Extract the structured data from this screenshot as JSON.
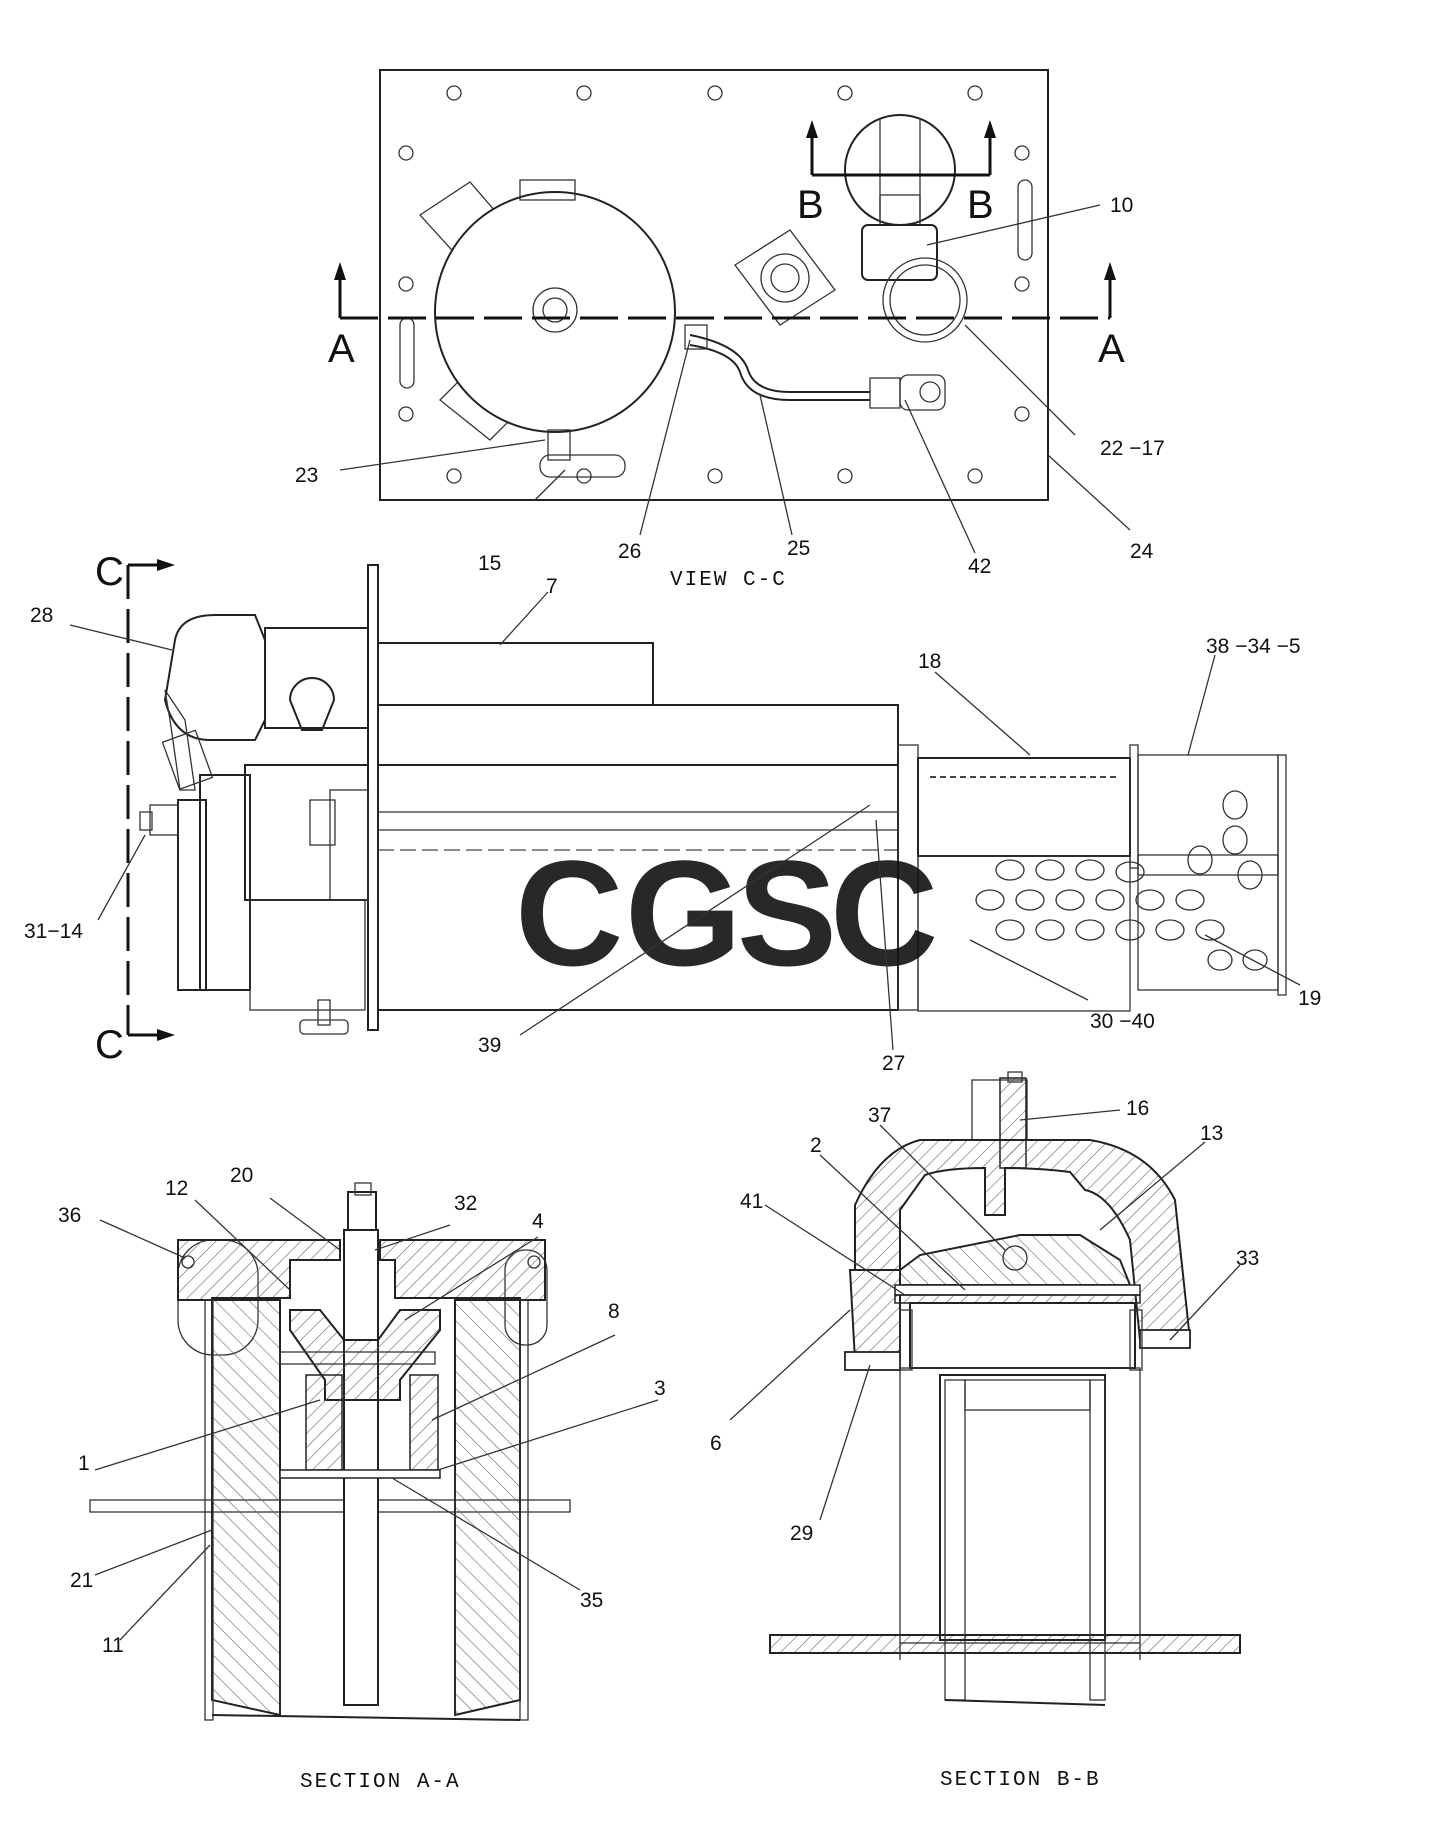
{
  "view_titles": {
    "view_cc": "VIEW C-C",
    "section_aa": "SECTION A-A",
    "section_bb": "SECTION B-B"
  },
  "section_letters": {
    "a": "A",
    "b": "B",
    "c": "C"
  },
  "watermark": {
    "text": "CGSC",
    "colors": [
      "#7aa7f5",
      "#f08a84",
      "#f7d774",
      "#5fb08a"
    ]
  },
  "callouts": {
    "c10": "10",
    "c22_17": "22 −17",
    "c23": "23",
    "c15": "15",
    "c26": "26",
    "c25": "25",
    "c42": "42",
    "c24": "24",
    "c28": "28",
    "c7": "7",
    "c18": "18",
    "c38_34_5": "38 −34 −5",
    "c31_14": "31−14",
    "c39": "39",
    "c27": "27",
    "c30_40": "30 −40",
    "c19": "19",
    "c36": "36",
    "c12": "12",
    "c20": "20",
    "c32": "32",
    "c4": "4",
    "c8": "8",
    "c3": "3",
    "c1": "1",
    "c21": "21",
    "c11": "11",
    "c35": "35",
    "c16": "16",
    "c37": "37",
    "c2": "2",
    "c13": "13",
    "c41": "41",
    "c33": "33",
    "c6": "6",
    "c29": "29"
  }
}
